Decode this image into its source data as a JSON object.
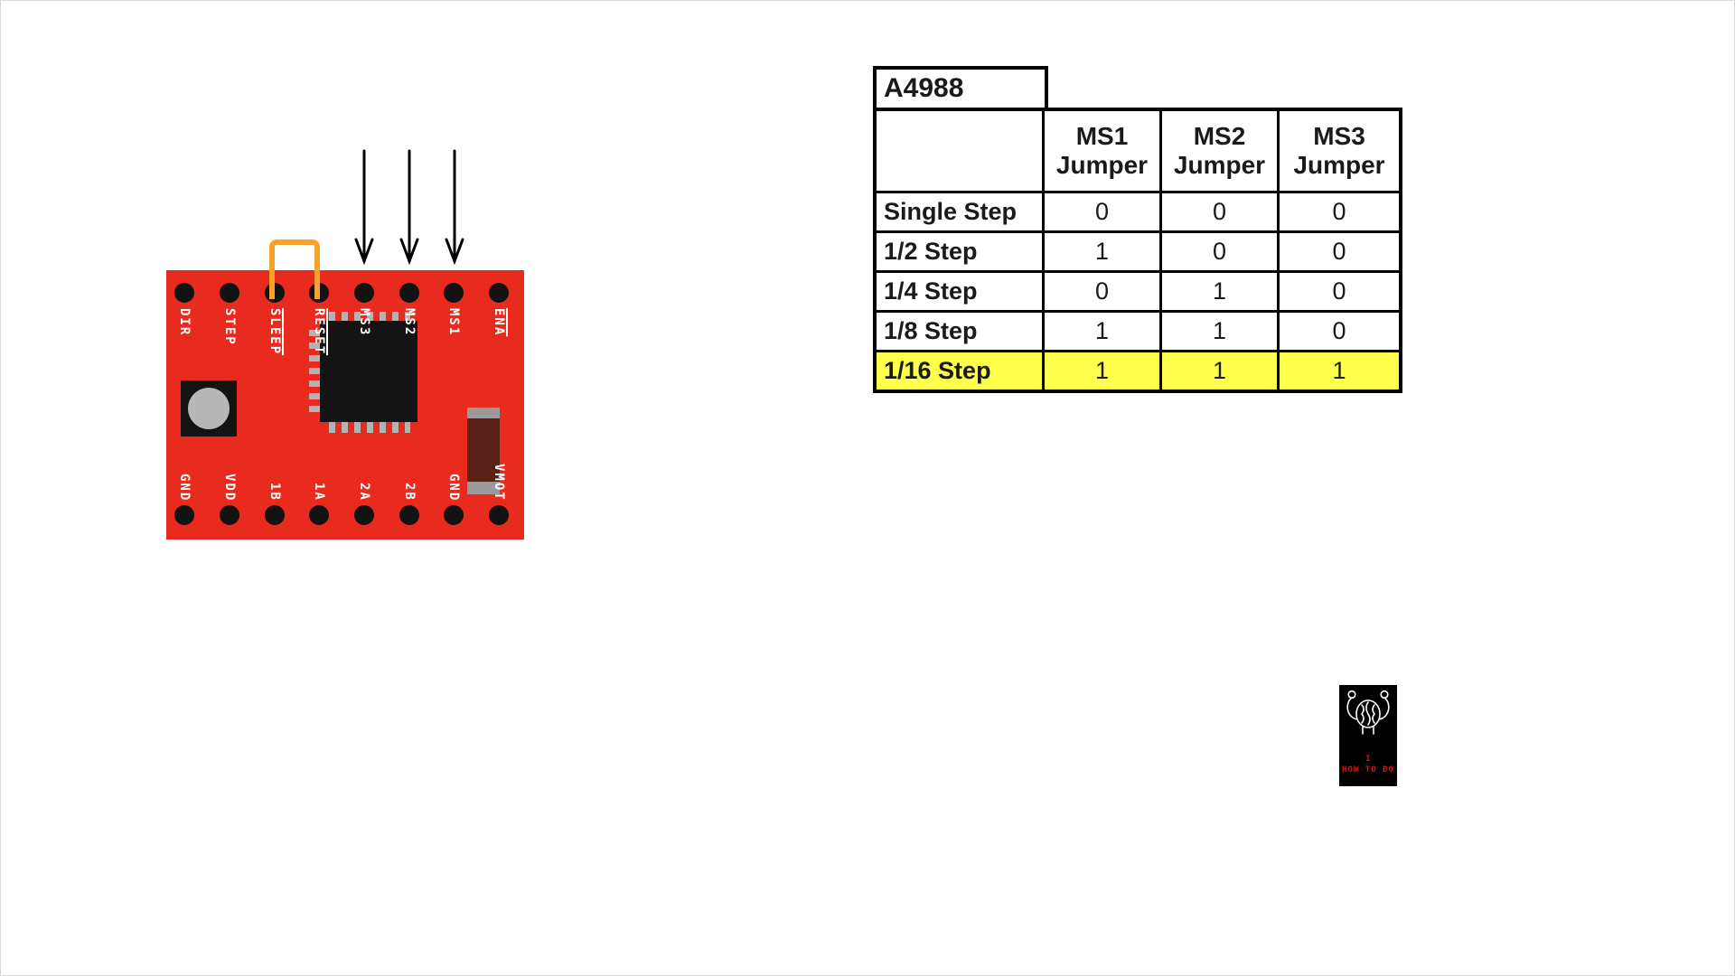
{
  "board": {
    "description": "A4988 stepper driver board",
    "top_pins": [
      {
        "label": "DIR",
        "active_low": false
      },
      {
        "label": "STEP",
        "active_low": false
      },
      {
        "label": "SLEEP",
        "active_low": true
      },
      {
        "label": "RESET",
        "active_low": true
      },
      {
        "label": "MS3",
        "active_low": false
      },
      {
        "label": "MS2",
        "active_low": false
      },
      {
        "label": "MS1",
        "active_low": false
      },
      {
        "label": "ENA",
        "active_low": true
      }
    ],
    "bottom_pins": [
      {
        "label": "GND"
      },
      {
        "label": "VDD"
      },
      {
        "label": "1B"
      },
      {
        "label": "1A"
      },
      {
        "label": "2A"
      },
      {
        "label": "2B"
      },
      {
        "label": "GND"
      },
      {
        "label": "VMOT"
      }
    ],
    "colors": {
      "board": "#e92a1f",
      "jumper_wire": "#f6a22d"
    }
  },
  "chart_data": {
    "type": "table",
    "title": "A4988",
    "columns": [
      {
        "line1": "MS1",
        "line2": "Jumper"
      },
      {
        "line1": "MS2",
        "line2": "Jumper"
      },
      {
        "line1": "MS3",
        "line2": "Jumper"
      }
    ],
    "rows": [
      {
        "label": "Single Step",
        "values": [
          "0",
          "0",
          "0"
        ],
        "highlight": false
      },
      {
        "label": "1/2 Step",
        "values": [
          "1",
          "0",
          "0"
        ],
        "highlight": false
      },
      {
        "label": "1/4 Step",
        "values": [
          "0",
          "1",
          "0"
        ],
        "highlight": false
      },
      {
        "label": "1/8 Step",
        "values": [
          "1",
          "1",
          "0"
        ],
        "highlight": false
      },
      {
        "label": "1/16 Step",
        "values": [
          "1",
          "1",
          "1"
        ],
        "highlight": true
      }
    ],
    "highlight_color": "#ffff4d"
  },
  "logo": {
    "mark": "I",
    "text": "HOW TO DO"
  }
}
